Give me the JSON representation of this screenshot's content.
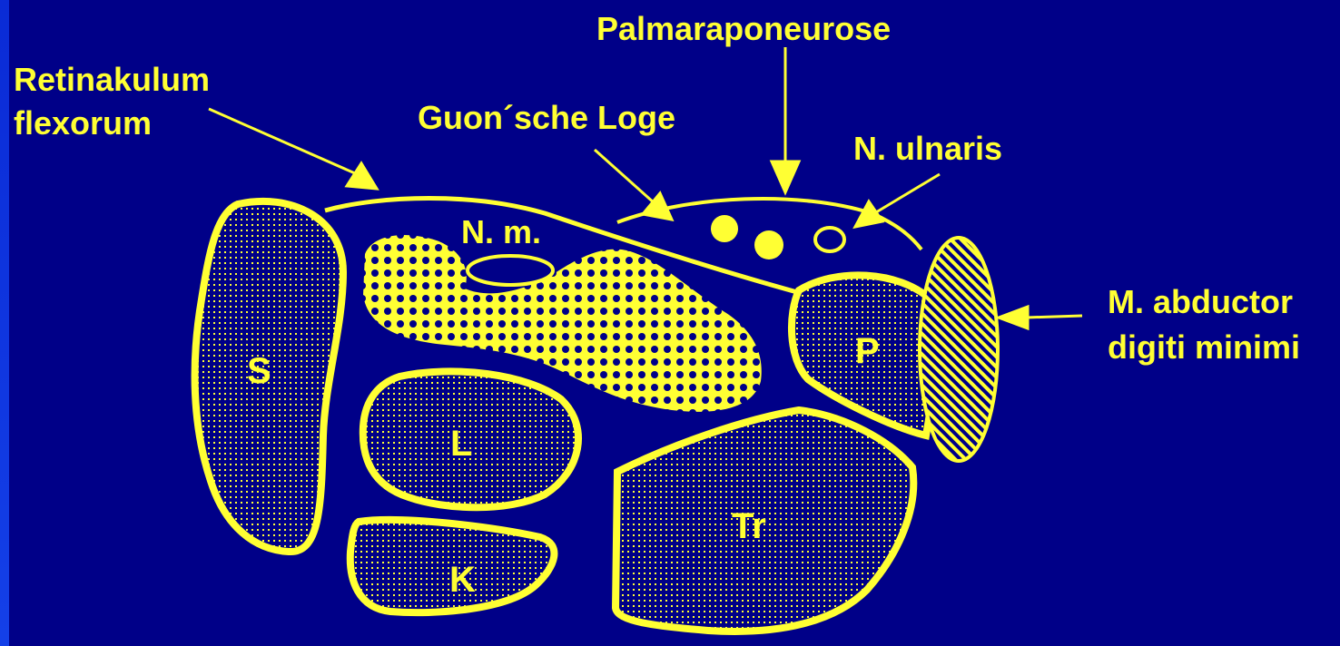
{
  "labels": {
    "palmaraponeurose": "Palmaraponeurose",
    "retinakulum_line1": "Retinakulum",
    "retinakulum_line2": "flexorum",
    "guonsche_loge": "Guon´sche Loge",
    "n_ulnaris": "N. ulnaris",
    "n_m": "N. m.",
    "abductor_line1": "M. abductor",
    "abductor_line2": "digiti minimi"
  },
  "bones": {
    "s": "S",
    "l": "L",
    "k": "K",
    "p": "P",
    "tr": "Tr"
  },
  "colors": {
    "background": "#000088",
    "foreground": "#ffff33"
  }
}
